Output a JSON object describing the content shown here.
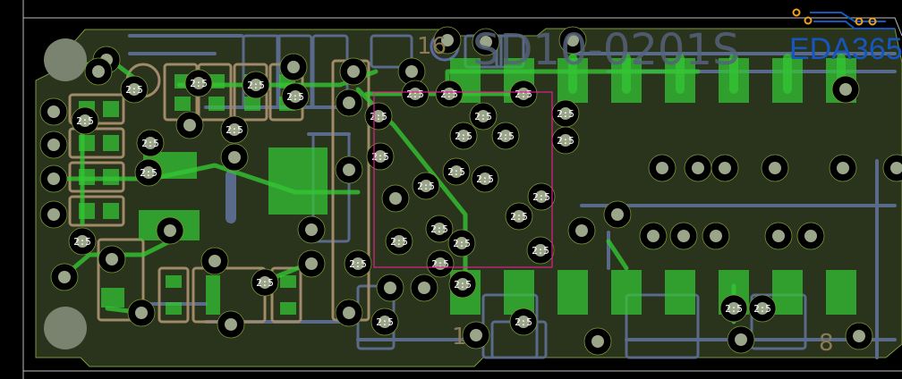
{
  "canvas": {
    "title": "PCB layout view",
    "watermark": "EDA365",
    "silkscreen_text": "SD10-0201S",
    "pin_labels": {
      "pin16": "16",
      "pin1": "1",
      "pin8": "8"
    },
    "net_label": "2:5"
  },
  "colors": {
    "background": "#000000",
    "board_fill": "#2a331c",
    "board_outline": "#7a9a3a",
    "top_copper": "#33c433",
    "bottom_trace": "#5a6a8a",
    "silkscreen": "#a08a6a",
    "component_outline": "#e0208a",
    "via_ring": "#9aa58a",
    "logo_blue": "#1557c0",
    "logo_orange": "#f0a020"
  }
}
